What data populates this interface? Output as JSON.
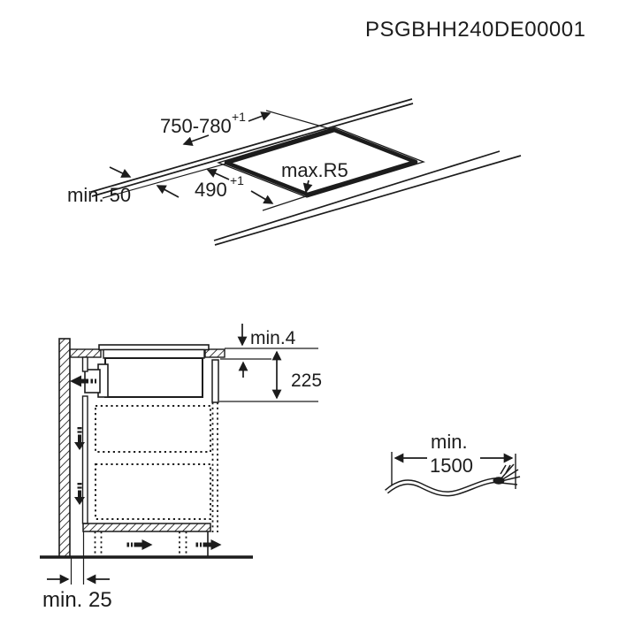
{
  "title": "PSGBHH240DE00001",
  "cutout_diagram": {
    "width_dim": "750-780",
    "width_tol": "+1",
    "depth_dim": "490",
    "depth_tol": "+1",
    "corner_radius": "max.R5",
    "back_clearance": "min. 50"
  },
  "section_diagram": {
    "top_gap": "min.4",
    "under_counter_depth": "225",
    "wall_clearance": "min. 25"
  },
  "cable_diagram": {
    "min_label": "min.",
    "length": "1500"
  },
  "colors": {
    "ink": "#1c1c1c",
    "background": "#ffffff"
  }
}
